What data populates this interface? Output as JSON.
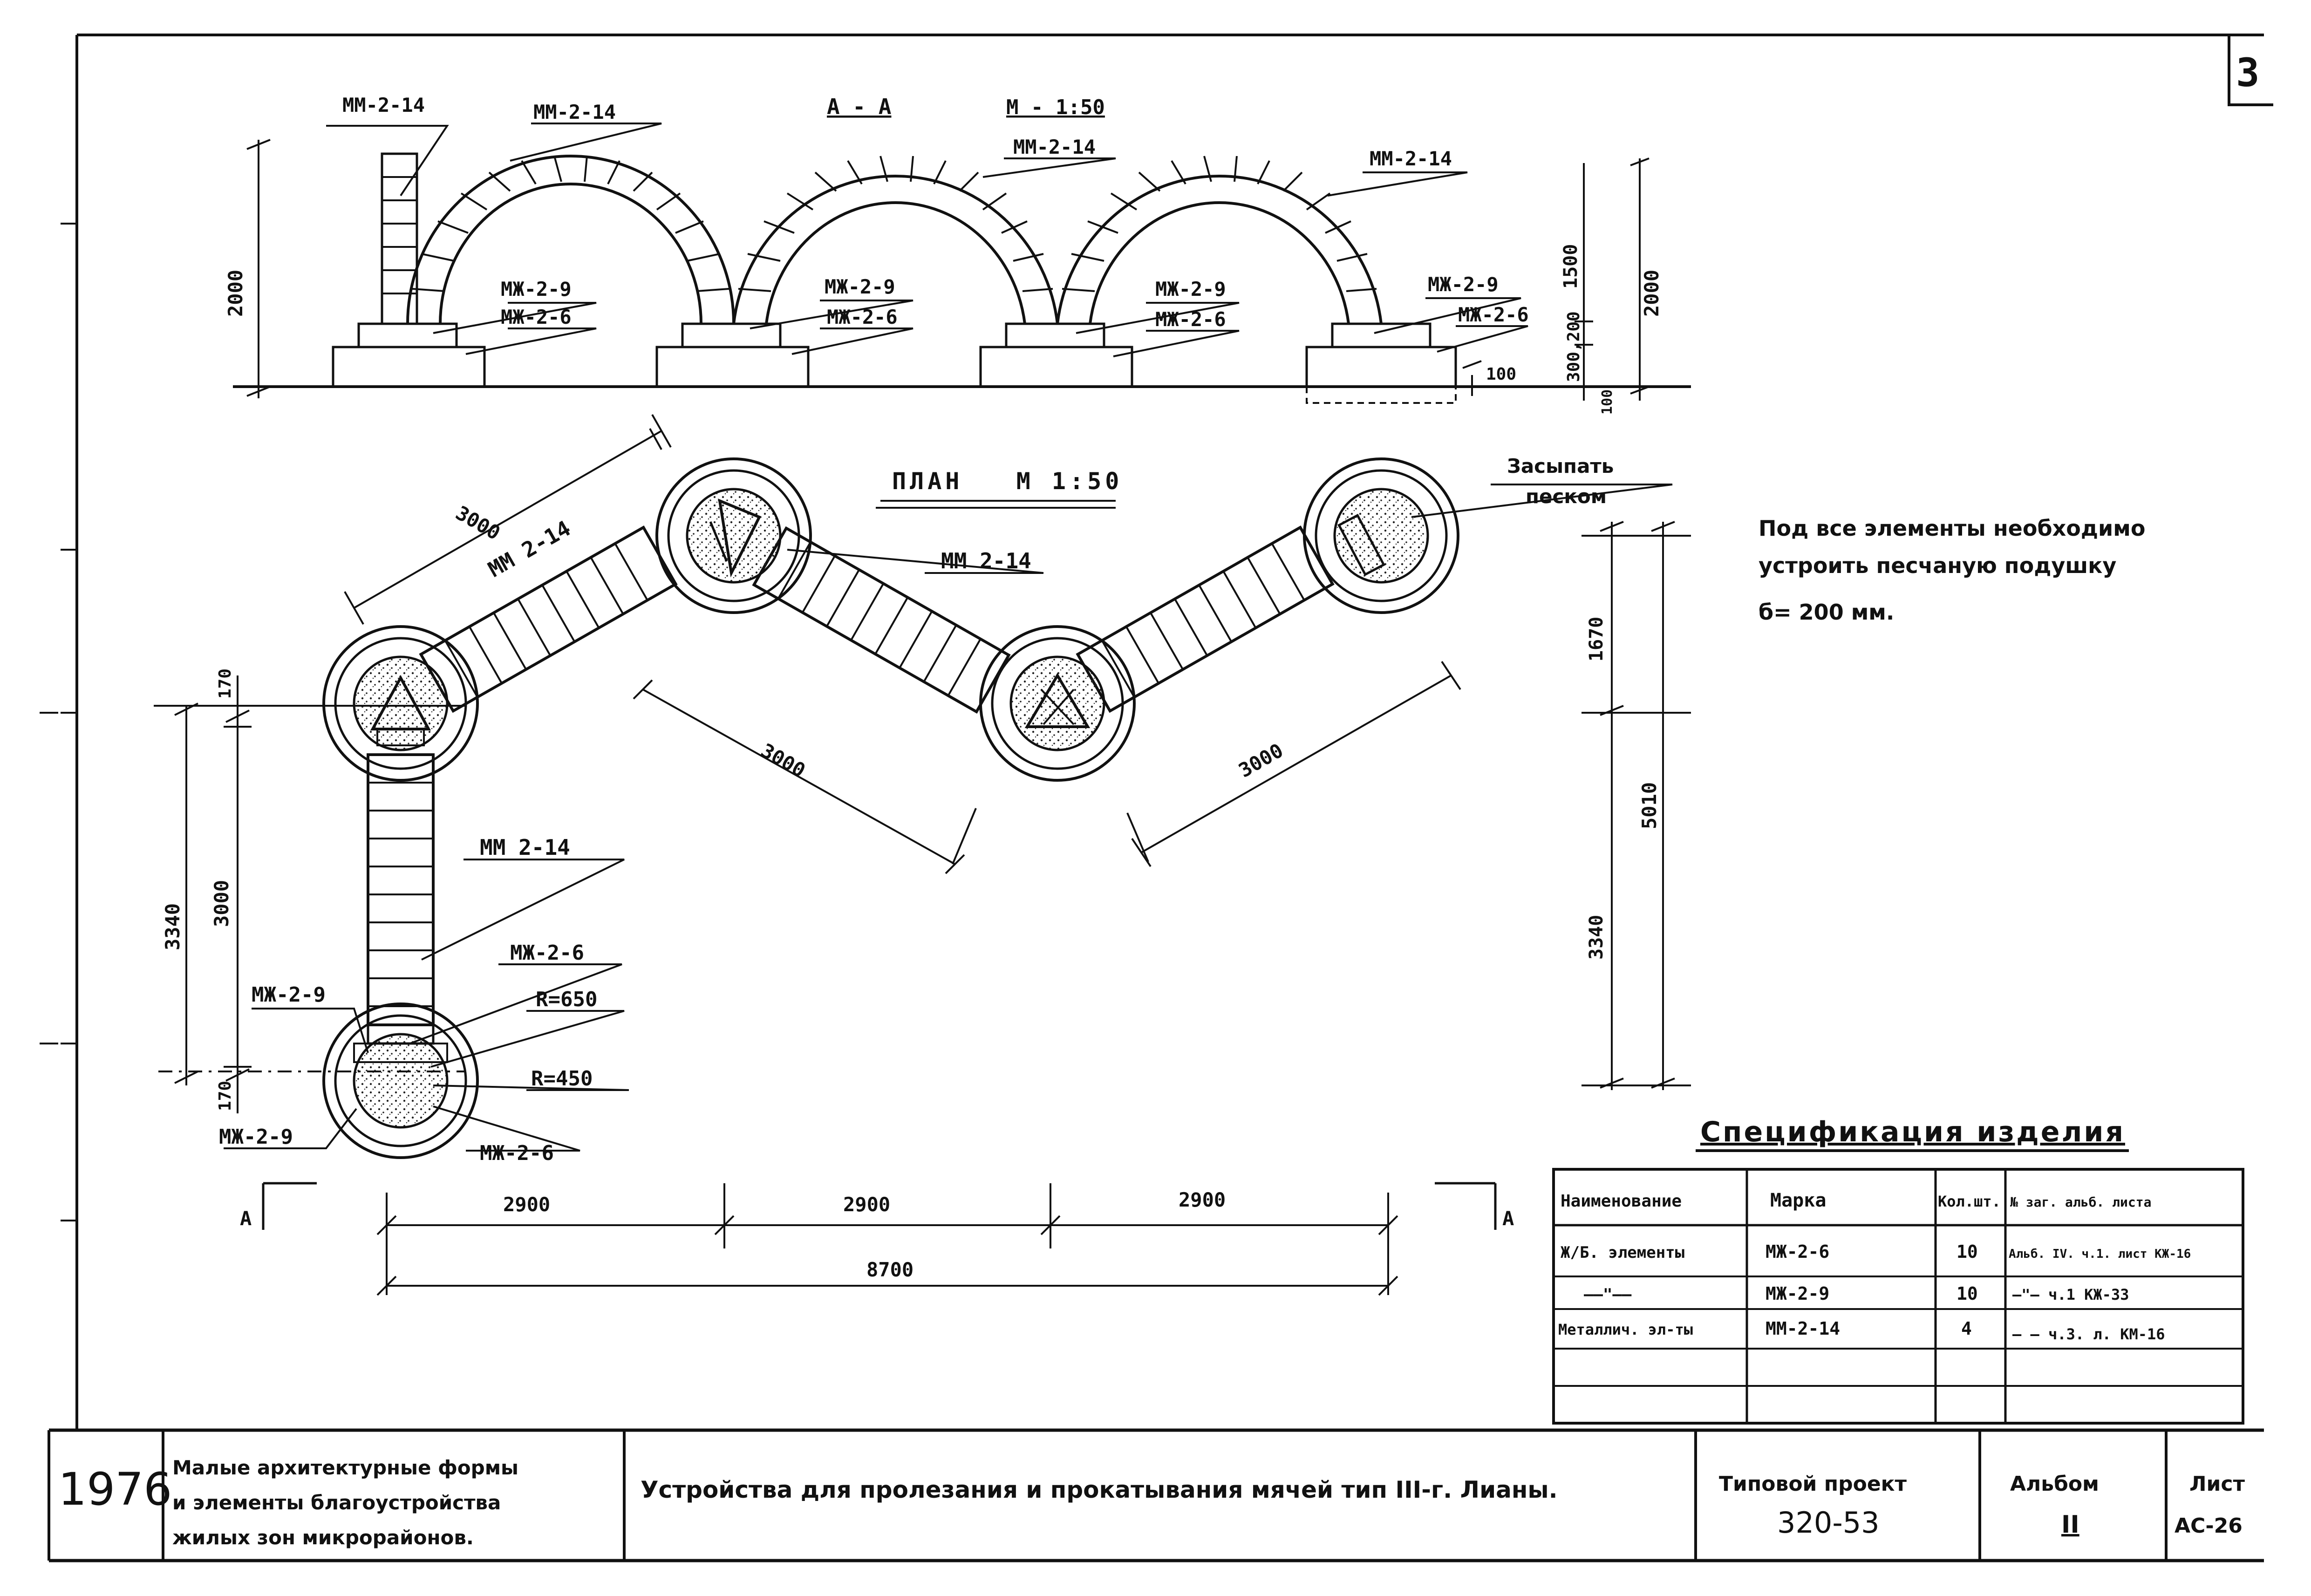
{
  "sheet_corner_number": "3",
  "section": {
    "title": "А - А",
    "scale": "М - 1:50",
    "labels": {
      "mm_post": "ММ-2-14",
      "mm_arch1": "ММ-2-14",
      "mm_arch2": "ММ-2-14",
      "mm_arch3": "ММ-2-14",
      "mzh9_a": "МЖ-2-9",
      "mzh6_a": "МЖ-2-6",
      "mzh9_b": "МЖ-2-9",
      "mzh6_b": "МЖ-2-6",
      "mzh9_c": "МЖ-2-9",
      "mzh6_c": "МЖ-2-6",
      "mzh9_d": "МЖ-2-9",
      "mzh6_d": "МЖ-2-6"
    },
    "dims": {
      "height_left": "2000",
      "height_right": "2000",
      "d1500": "1500",
      "d300_200": "300,200",
      "d100": "100",
      "d100b": "100"
    }
  },
  "plan": {
    "title": "ПЛАН   М 1:50",
    "fill_note": [
      "Засыпать",
      "песком"
    ],
    "labels": {
      "mm_seg1": "ММ 2-14",
      "mm_seg2": "ММ 2-14",
      "mm_vert": "ММ 2-14",
      "mzh6_top": "МЖ-2-6",
      "mzh9_left": "МЖ-2-9",
      "r650": "R=650",
      "r450": "R=450",
      "mzh9_bottom": "МЖ-2-9",
      "mzh6_bottom": "МЖ-2-6"
    },
    "dims": {
      "d3000_a": "3000",
      "d3000_b": "3000",
      "d3000_c": "3000",
      "d3000_v": "3000",
      "d170_top": "170",
      "d170_bottom": "170",
      "d3340_left": "3340",
      "d1670": "1670",
      "d5010": "5010",
      "d3340_right": "3340",
      "d2900_1": "2900",
      "d2900_2": "2900",
      "d2900_3": "2900",
      "d8700": "8700"
    },
    "section_mark": "А"
  },
  "note": [
    "Под все элементы необходимо",
    "устроить песчаную подушку",
    "б= 200 мм."
  ],
  "spec": {
    "title": "Спецификация изделия",
    "headers": [
      "Наименование",
      "Марка",
      "Кол.шт.",
      "№ заг. альб. листа"
    ],
    "rows": [
      [
        "Ж/Б. элементы",
        "МЖ-2-6",
        "10",
        "Альб. IV. ч.1. лист КЖ-16"
      ],
      [
        "——\"——",
        "МЖ-2-9",
        "10",
        "—\"— ч.1 КЖ-33"
      ],
      [
        "Металлич. эл-ты",
        "ММ-2-14",
        "4",
        "— — ч.3. л. КМ-16"
      ],
      [
        "",
        "",
        "",
        ""
      ],
      [
        "",
        "",
        "",
        ""
      ]
    ]
  },
  "title_block": {
    "year": "1976",
    "series": [
      "Малые архитектурные формы",
      "и элементы благоустройства",
      "жилых зон микрорайонов."
    ],
    "drawing_title": "Устройства для пролезания и прокатывания мячей тип III-г. Лианы.",
    "project_label": "Типовой проект",
    "project_number": "320-53",
    "album_label": "Альбом",
    "album_number": "II",
    "sheet_label": "Лист",
    "sheet_number": "АС-26"
  }
}
